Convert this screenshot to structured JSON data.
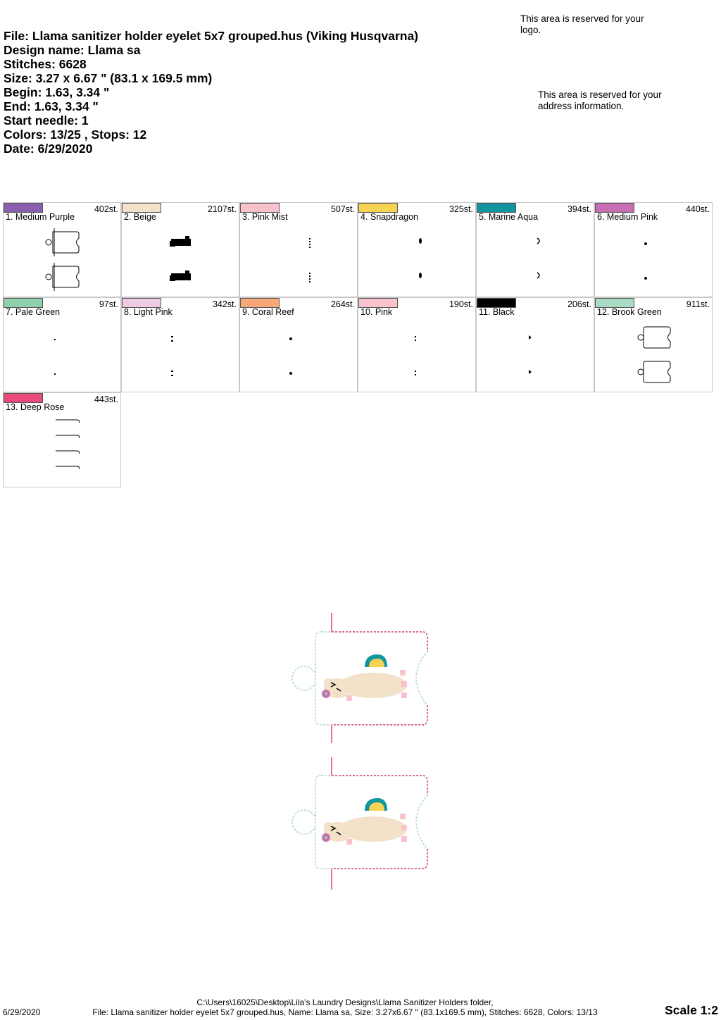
{
  "header": {
    "file": "File: Llama sanitizer holder eyelet 5x7 grouped.hus  (Viking Husqvarna)",
    "design_name": "Design name: Llama sa",
    "stitches": "Stitches: 6628",
    "size": "Size: 3.27 x 6.67 \" (83.1 x 169.5 mm)",
    "begin": "Begin: 1.63, 3.34 \"",
    "end": "End: 1.63, 3.34 \"",
    "start_needle": "Start needle: 1",
    "colors": "Colors: 13/25 , Stops: 12",
    "date": "Date: 6/29/2020"
  },
  "reserved": {
    "logo": "This area is reserved for your logo.",
    "address": "This area is reserved for your address information."
  },
  "colors": [
    {
      "name": "1. Medium Purple",
      "stitches": "402st.",
      "hex": "#8a5fb0",
      "shape": "holder"
    },
    {
      "name": "2. Beige",
      "stitches": "2107st.",
      "hex": "#f3e2c9",
      "shape": "llama"
    },
    {
      "name": "3. Pink Mist",
      "stitches": "507st.",
      "hex": "#f7c2cc",
      "shape": "dots-v"
    },
    {
      "name": "4. Snapdragon",
      "stitches": "325st.",
      "hex": "#f6d353",
      "shape": "blob"
    },
    {
      "name": "5. Marine Aqua",
      "stitches": "394st.",
      "hex": "#13959f",
      "shape": "arc"
    },
    {
      "name": "6. Medium Pink",
      "stitches": "440st.",
      "hex": "#c86fb3",
      "shape": "dot"
    },
    {
      "name": "7. Pale Green",
      "stitches": "97st.",
      "hex": "#8fd1ad",
      "shape": "tiny"
    },
    {
      "name": "8. Light Pink",
      "stitches": "342st.",
      "hex": "#eccbe3",
      "shape": "two-dots"
    },
    {
      "name": "9. Coral Reef",
      "stitches": "264st.",
      "hex": "#f9a777",
      "shape": "dot"
    },
    {
      "name": "10. Pink",
      "stitches": "190st.",
      "hex": "#f9c3cd",
      "shape": "colon"
    },
    {
      "name": "11. Black",
      "stitches": "206st.",
      "hex": "#000000",
      "shape": "arrow"
    },
    {
      "name": "12. Brook Green",
      "stitches": "911st.",
      "hex": "#a9dcc4",
      "shape": "holder-right"
    },
    {
      "name": "13. Deep Rose",
      "stitches": "443st.",
      "hex": "#e94a79",
      "shape": "rose"
    }
  ],
  "footer": {
    "date": "6/29/2020",
    "path": "C:\\Users\\16025\\Desktop\\Lila's Laundry Designs\\Llama Sanitizer Holders folder,",
    "summary": "File: Llama sanitizer holder eyelet 5x7 grouped.hus, Name: Llama sa, Size: 3.27x6.67 \" (83.1x169.5 mm), Stitches: 6628, Colors: 13/13",
    "scale": "Scale 1:2"
  }
}
